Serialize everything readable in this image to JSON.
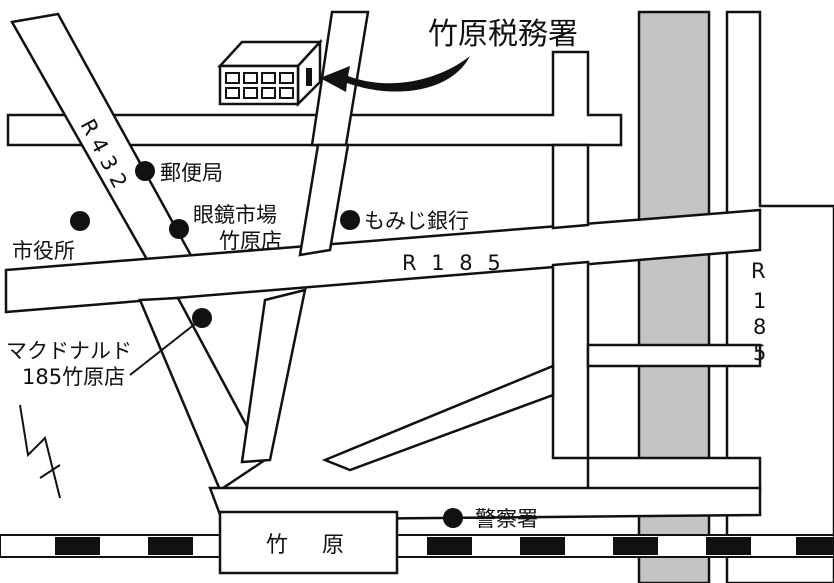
{
  "destination": {
    "label": "竹原税務署",
    "icon": "office-building-icon"
  },
  "routes": {
    "r432": "R 4 3 2",
    "r185_horizontal": "R 1 8 5",
    "r185_vertical": "R 1 8 5"
  },
  "pois": [
    {
      "id": "post-office",
      "lines": [
        "郵便局"
      ]
    },
    {
      "id": "momiji-bank",
      "lines": [
        "もみじ銀行"
      ]
    },
    {
      "id": "optician",
      "lines": [
        "眼鏡市場",
        "竹原店"
      ]
    },
    {
      "id": "city-hall",
      "lines": [
        "市役所"
      ]
    },
    {
      "id": "mcdonalds",
      "lines": [
        "マクドナルド",
        "185竹原店"
      ]
    },
    {
      "id": "police",
      "lines": [
        "警察署"
      ]
    }
  ],
  "station": {
    "label": "竹　原"
  },
  "north_arrow": {
    "icon": "north-arrow-icon"
  },
  "colors": {
    "ink": "#111111",
    "river": "#c4c4c4",
    "paper": "#ffffff"
  }
}
